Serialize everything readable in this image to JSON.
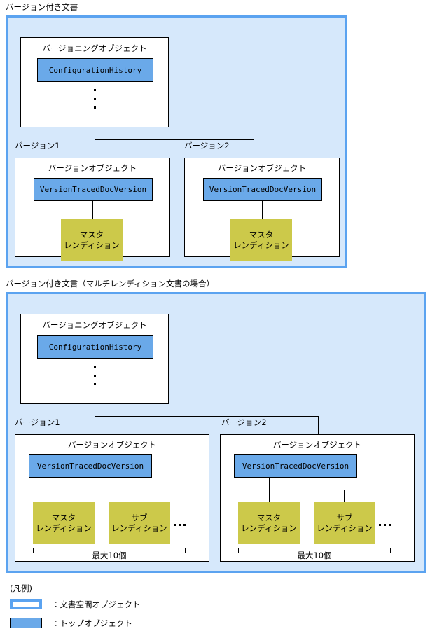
{
  "colors": {
    "doc_space_fill": "#d6e8fb",
    "doc_space_border": "#5ba3f0",
    "top_object_fill": "#6aa9e9",
    "rendition_fill": "#ccc94a",
    "object_border": "#000000",
    "background": "#ffffff"
  },
  "sections": [
    {
      "title": "バージョン付き文書",
      "versioning_object": {
        "caption": "バージョニングオブジェクト",
        "top_object": "ConfigurationHistory",
        "ellipsis": "⋮"
      },
      "branches": [
        {
          "label": "バージョン1",
          "caption": "バージョンオブジェクト",
          "top_object": "VersionTracedDocVersion",
          "renditions": [
            {
              "line1": "マスタ",
              "line2": "レンディション"
            }
          ]
        },
        {
          "label": "バージョン2",
          "caption": "バージョンオブジェクト",
          "top_object": "VersionTracedDocVersion",
          "renditions": [
            {
              "line1": "マスタ",
              "line2": "レンディション"
            }
          ]
        }
      ]
    },
    {
      "title": "バージョン付き文書（マルチレンディション文書の場合）",
      "versioning_object": {
        "caption": "バージョニングオブジェクト",
        "top_object": "ConfigurationHistory",
        "ellipsis": "⋮"
      },
      "branches": [
        {
          "label": "バージョン1",
          "caption": "バージョンオブジェクト",
          "top_object": "VersionTracedDocVersion",
          "renditions": [
            {
              "line1": "マスタ",
              "line2": "レンディション"
            },
            {
              "line1": "サブ",
              "line2": "レンディション"
            }
          ],
          "more_indicator": "・・・",
          "bracket_label": "最大10個"
        },
        {
          "label": "バージョン2",
          "caption": "バージョンオブジェクト",
          "top_object": "VersionTracedDocVersion",
          "renditions": [
            {
              "line1": "マスタ",
              "line2": "レンディション"
            },
            {
              "line1": "サブ",
              "line2": "レンディション"
            }
          ],
          "more_indicator": "・・・",
          "bracket_label": "最大10個"
        }
      ]
    }
  ],
  "legend": {
    "title": "(凡例)",
    "items": [
      {
        "swatch": "document-space",
        "text": "：文書空間オブジェクト"
      },
      {
        "swatch": "top-object",
        "text": "：トップオブジェクト"
      }
    ]
  }
}
